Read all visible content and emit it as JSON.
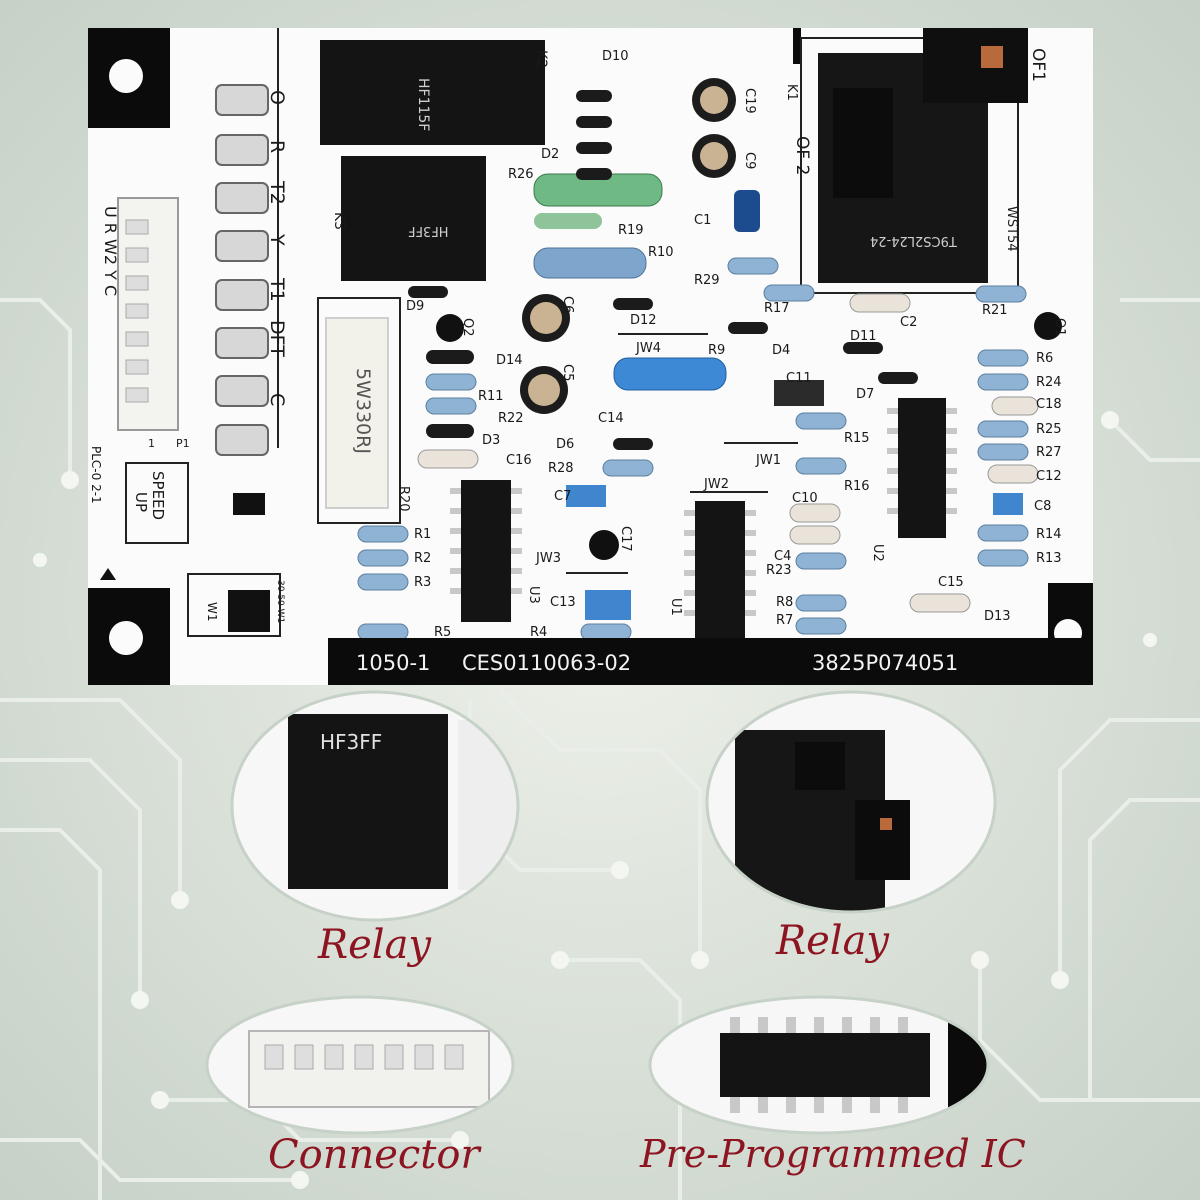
{
  "colors": {
    "background": "#cfd8d0",
    "board": "#fbfbfb",
    "caption": "#8c1521",
    "trace": "#e9eee9"
  },
  "board": {
    "terminals": [
      "O",
      "R",
      "T2",
      "Y",
      "T1",
      "DFT",
      "C"
    ],
    "connector_pins": "U R W2 Y C",
    "plug_label": "P1",
    "plug_pin": "1",
    "plc_label": "PLC-0  2-1",
    "speed_up": [
      "SPEED",
      "UP"
    ],
    "jumper_label": "30 50 W1",
    "jumper_id": "W1",
    "resistor_code": "5W330RJ",
    "relay_k1_text": "T9CS2L24-24",
    "relay_k2_text": "HF115F",
    "relay_k3_text": "HF3FF",
    "ic_labels": [
      "U1",
      "U2",
      "U3"
    ],
    "part_labels": {
      "K2": "K2",
      "K3": "K3",
      "K1": "K1",
      "OF1": "OF1",
      "OF2": "OF 2",
      "WST54": "WST54",
      "D10": "D10",
      "D2": "D2",
      "R26": "R26",
      "R19": "R19",
      "R10": "R10",
      "C19": "C19",
      "C9": "C9",
      "C1": "C1",
      "R29": "R29",
      "R17": "R17",
      "C2": "C2",
      "R21": "R21",
      "Q1": "Q1",
      "Q2": "Q2",
      "D9": "D9",
      "C6": "C6",
      "D12": "D12",
      "D4": "D4",
      "D11": "D11",
      "D14": "D14",
      "C5": "C5",
      "JW4": "JW4",
      "R9": "R9",
      "C11": "C11",
      "D7": "D7",
      "R6": "R6",
      "R24": "R24",
      "C18": "C18",
      "R25": "R25",
      "R27": "R27",
      "C12": "C12",
      "R11": "R11",
      "R22": "R22",
      "D3": "D3",
      "C14": "C14",
      "R15": "R15",
      "D6": "D6",
      "JW1": "JW1",
      "C16": "C16",
      "R28": "R28",
      "R16": "R16",
      "R20": "R20",
      "C7": "C7",
      "JW2": "JW2",
      "C10": "C10",
      "C8": "C8",
      "R1": "R1",
      "R2": "R2",
      "R3": "R3",
      "C17": "C17",
      "C4": "C4",
      "R14": "R14",
      "R13": "R13",
      "R23": "R23",
      "JW3": "JW3",
      "C13": "C13",
      "R8": "R8",
      "R7": "R7",
      "C15": "C15",
      "D13": "D13",
      "R5": "R5",
      "R4": "R4"
    },
    "bottom_left_code": "1050-1",
    "bottom_mid_code": "CES0110063-02",
    "bottom_right_code": "3825P074051"
  },
  "captions": {
    "relay_left": "Relay",
    "relay_right": "Relay",
    "connector": "Connector",
    "ic": "Pre-Programmed IC"
  }
}
